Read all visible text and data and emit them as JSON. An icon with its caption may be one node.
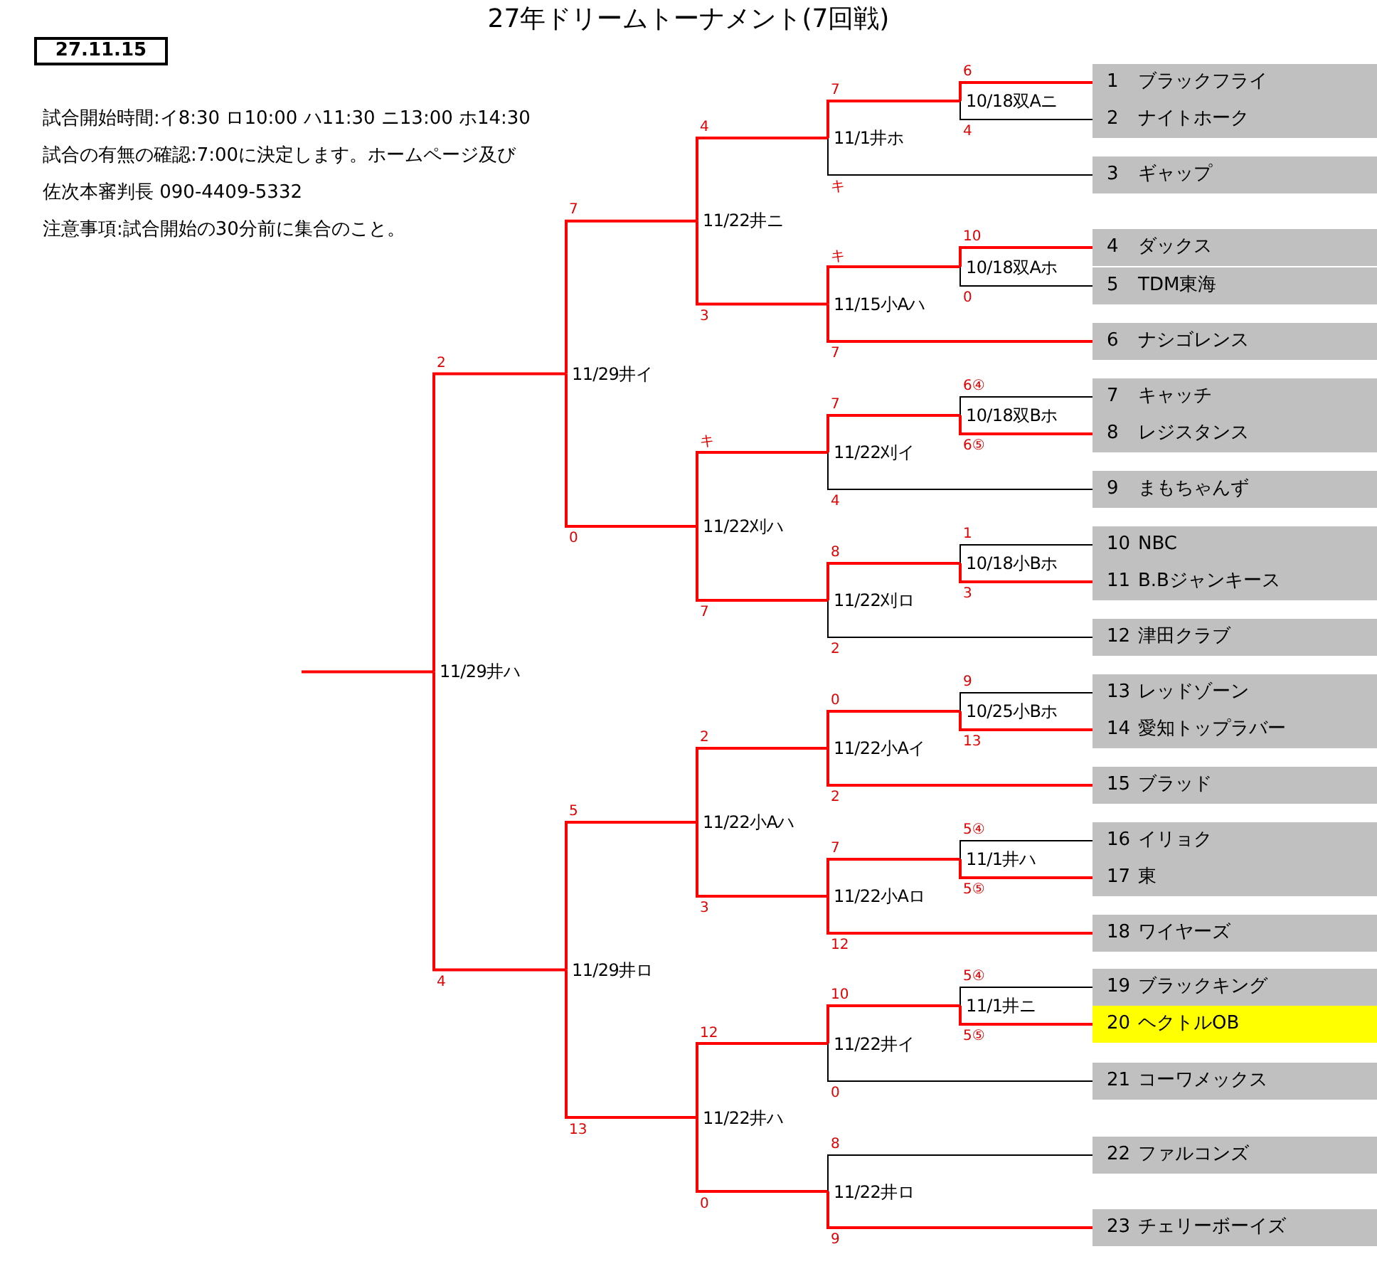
{
  "diagram": {
    "title": "27年ドリームトーナメント(7回戦)",
    "nodes": [
      {
        "text": [
          "27.11.15"
        ]
      },
      {
        "text": [
          "1",
          "ブラックフライ"
        ]
      },
      {
        "text": [
          "2",
          "ナイトホーク"
        ]
      },
      {
        "text": [
          "3",
          "ギャップ"
        ]
      },
      {
        "text": [
          "4",
          "ダックス"
        ]
      },
      {
        "text": [
          "5",
          "TDM東海"
        ]
      },
      {
        "text": [
          "6",
          "ナシゴレンス"
        ]
      },
      {
        "text": [
          "7",
          "キャッチ"
        ]
      },
      {
        "text": [
          "8",
          "レジスタンス"
        ]
      },
      {
        "text": [
          "9",
          "まもちゃんず"
        ]
      },
      {
        "text": [
          "10",
          "NBC"
        ]
      },
      {
        "text": [
          "11",
          "B.Bジャンキース"
        ]
      },
      {
        "text": [
          "12",
          "津田クラブ"
        ]
      },
      {
        "text": [
          "13",
          "レッドゾーン"
        ]
      },
      {
        "text": [
          "14",
          "愛知トップラバー"
        ]
      },
      {
        "text": [
          "15",
          "ブラッド"
        ]
      },
      {
        "text": [
          "16",
          "イリョク"
        ]
      },
      {
        "text": [
          "17",
          "東"
        ]
      },
      {
        "text": [
          "18",
          "ワイヤーズ"
        ]
      },
      {
        "text": [
          "19",
          "ブラックキング"
        ]
      },
      {
        "text": [
          "20",
          "ヘクトルOB"
        ]
      },
      {
        "text": [
          "21",
          "コーワメックス"
        ]
      },
      {
        "text": [
          "22",
          "ファルコンズ"
        ]
      },
      {
        "text": [
          "23",
          "チェリーボーイズ"
        ]
      },
      {
        "text": [
          "10/18双Aニ"
        ]
      },
      {
        "text": [
          "10/18双Aホ"
        ]
      },
      {
        "text": [
          "10/18双Bホ"
        ]
      },
      {
        "text": [
          "10/18小Bホ"
        ]
      },
      {
        "text": [
          "10/25小Bホ"
        ]
      },
      {
        "text": [
          "11/1井ハ"
        ]
      },
      {
        "text": [
          "11/1井ニ"
        ]
      },
      {
        "text": [
          "11/1井ホ"
        ]
      },
      {
        "text": [
          "11/15小Aハ"
        ]
      },
      {
        "text": [
          "11/22刈イ"
        ]
      },
      {
        "text": [
          "11/22刈ロ"
        ]
      },
      {
        "text": [
          "11/22小Aイ"
        ]
      },
      {
        "text": [
          "11/22小Aロ"
        ]
      },
      {
        "text": [
          "11/22井イ"
        ]
      },
      {
        "text": [
          "11/22井ロ"
        ]
      },
      {
        "text": [
          "11/22井ニ"
        ]
      },
      {
        "text": [
          "11/22刈ハ"
        ]
      },
      {
        "text": [
          "11/22小Aハ"
        ]
      },
      {
        "text": [
          "11/22井ハ"
        ]
      },
      {
        "text": [
          "11/29井イ"
        ]
      },
      {
        "text": [
          "11/29井ロ"
        ]
      },
      {
        "text": [
          "11/29井ハ"
        ]
      }
    ],
    "edges": [
      {
        "from": 1,
        "to": 24,
        "arrow": "none",
        "label": "6"
      },
      {
        "from": 2,
        "to": 24,
        "arrow": "none",
        "label": "4",
        "color": "#000000"
      },
      {
        "from": 4,
        "to": 25,
        "arrow": "none",
        "label": "10"
      },
      {
        "from": 5,
        "to": 25,
        "arrow": "none",
        "label": "0",
        "color": "#000000"
      },
      {
        "from": 7,
        "to": 26,
        "arrow": "none",
        "label": "6④",
        "color": "#000000"
      },
      {
        "from": 8,
        "to": 26,
        "arrow": "none",
        "label": "6⑤"
      },
      {
        "from": 10,
        "to": 27,
        "arrow": "none",
        "label": "1",
        "color": "#000000"
      },
      {
        "from": 11,
        "to": 27,
        "arrow": "none",
        "label": "3"
      },
      {
        "from": 13,
        "to": 28,
        "arrow": "none",
        "label": "9",
        "color": "#000000"
      },
      {
        "from": 14,
        "to": 28,
        "arrow": "none",
        "label": "13"
      },
      {
        "from": 16,
        "to": 29,
        "arrow": "none",
        "label": "5④",
        "color": "#000000"
      },
      {
        "from": 17,
        "to": 29,
        "arrow": "none",
        "label": "5⑤"
      },
      {
        "from": 19,
        "to": 30,
        "arrow": "none",
        "label": "5④",
        "color": "#000000"
      },
      {
        "from": 20,
        "to": 30,
        "arrow": "none",
        "label": "5⑤"
      },
      {
        "from": 24,
        "to": 31,
        "arrow": "none",
        "label": "7"
      },
      {
        "from": 3,
        "to": 31,
        "arrow": "none",
        "label": "キ",
        "color": "#000000"
      },
      {
        "from": 25,
        "to": 32,
        "arrow": "none",
        "label": "キ"
      },
      {
        "from": 6,
        "to": 32,
        "arrow": "none",
        "label": "7"
      },
      {
        "from": 26,
        "to": 33,
        "arrow": "none",
        "label": "7"
      },
      {
        "from": 9,
        "to": 33,
        "arrow": "none",
        "label": "4",
        "color": "#000000"
      },
      {
        "from": 27,
        "to": 34,
        "arrow": "none",
        "label": "8"
      },
      {
        "from": 12,
        "to": 34,
        "arrow": "none",
        "label": "2",
        "color": "#000000"
      },
      {
        "from": 28,
        "to": 35,
        "arrow": "none",
        "label": "0"
      },
      {
        "from": 15,
        "to": 35,
        "arrow": "none",
        "label": "2"
      },
      {
        "from": 29,
        "to": 36,
        "arrow": "none",
        "label": "7"
      },
      {
        "from": 18,
        "to": 36,
        "arrow": "none",
        "label": "12"
      },
      {
        "from": 30,
        "to": 37,
        "arrow": "none",
        "label": "10"
      },
      {
        "from": 21,
        "to": 37,
        "arrow": "none",
        "label": "0",
        "color": "#000000"
      },
      {
        "from": 22,
        "to": 38,
        "arrow": "none",
        "label": "8",
        "color": "#000000"
      },
      {
        "from": 23,
        "to": 38,
        "arrow": "none",
        "label": "9"
      },
      {
        "from": 31,
        "to": 39,
        "arrow": "none",
        "label": "4"
      },
      {
        "from": 32,
        "to": 39,
        "arrow": "none",
        "label": "3"
      },
      {
        "from": 33,
        "to": 40,
        "arrow": "none",
        "label": "キ"
      },
      {
        "from": 34,
        "to": 40,
        "arrow": "none",
        "label": "7"
      },
      {
        "from": 35,
        "to": 41,
        "arrow": "none",
        "label": "2"
      },
      {
        "from": 36,
        "to": 41,
        "arrow": "none",
        "label": "3"
      },
      {
        "from": 37,
        "to": 42,
        "arrow": "none",
        "label": "12"
      },
      {
        "from": 38,
        "to": 42,
        "arrow": "none",
        "label": "0"
      },
      {
        "from": 39,
        "to": 43,
        "arrow": "none",
        "label": "7"
      },
      {
        "from": 40,
        "to": 43,
        "arrow": "none",
        "label": "0"
      },
      {
        "from": 41,
        "to": 44,
        "arrow": "none",
        "label": "5"
      },
      {
        "from": 42,
        "to": 44,
        "arrow": "none",
        "label": "13"
      },
      {
        "from": 43,
        "to": 45,
        "arrow": "none",
        "label": "2"
      },
      {
        "from": 44,
        "to": 45,
        "arrow": "none",
        "label": "4"
      },
      {
        "from": 45,
        "to": null,
        "arrow": "none"
      }
    ],
    "labels": [
      "試合開始時間:イ8:30 ロ10:00 ハ11:30 ニ13:00 ホ14:30",
      "試合の有無の確認:7:00に決定します。ホームページ及び",
      "佐次本審判長 090-4409-5332",
      "注意事項:試合開始の30分前に集合のこと。"
    ]
  }
}
